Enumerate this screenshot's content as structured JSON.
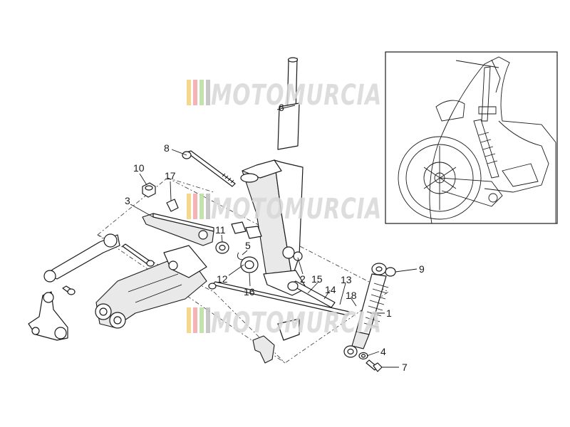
{
  "watermark": {
    "text": "MOTOMURCIA",
    "stripe_colors": [
      "#f3d27a",
      "#f4a6a6",
      "#b8dfa0",
      "#bfbfbf"
    ]
  },
  "callouts": [
    {
      "id": "6",
      "label": "6"
    },
    {
      "id": "8",
      "label": "8"
    },
    {
      "id": "10",
      "label": "10"
    },
    {
      "id": "17",
      "label": "17"
    },
    {
      "id": "3",
      "label": "3"
    },
    {
      "id": "11",
      "label": "11"
    },
    {
      "id": "5",
      "label": "5"
    },
    {
      "id": "12",
      "label": "12"
    },
    {
      "id": "16",
      "label": "16"
    },
    {
      "id": "2",
      "label": "2"
    },
    {
      "id": "15",
      "label": "15"
    },
    {
      "id": "13",
      "label": "13"
    },
    {
      "id": "14",
      "label": "14"
    },
    {
      "id": "18",
      "label": "18"
    },
    {
      "id": "9",
      "label": "9"
    },
    {
      "id": "1",
      "label": "1"
    },
    {
      "id": "4",
      "label": "4"
    },
    {
      "id": "7",
      "label": "7"
    }
  ]
}
